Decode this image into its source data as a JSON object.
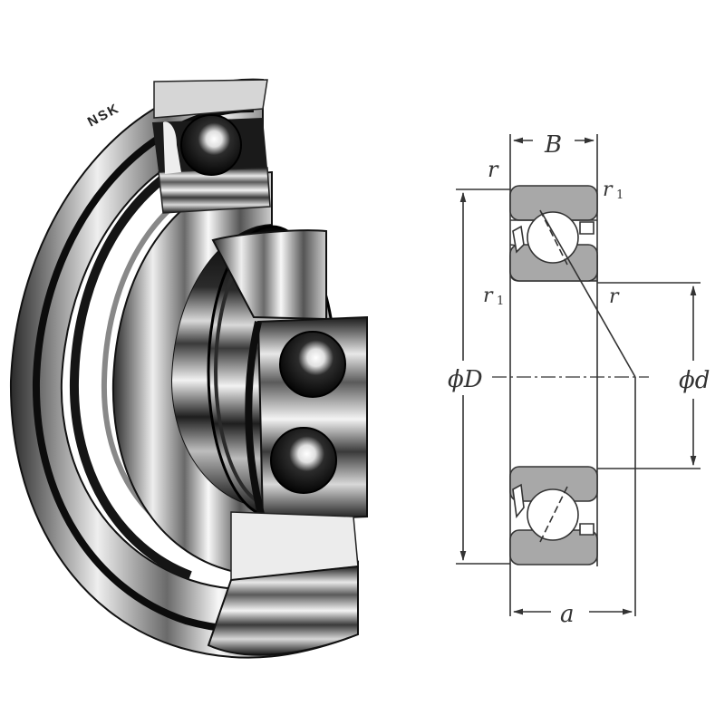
{
  "figure": {
    "description": "Angular contact ball bearing: cutaway product photo and cross-section dimension drawing",
    "photo": {
      "brand_marking": "NSK",
      "visible_balls": 3
    },
    "drawing": {
      "labels": {
        "width": "B",
        "corner_radius": "r",
        "corner_radius_small": "r",
        "subscript_one": "1",
        "outer_diameter": "ϕD",
        "bore_diameter": "ϕd",
        "load_center": "a"
      },
      "colors": {
        "ring_fill": "#a8a8a8",
        "line": "#333333",
        "background": "#ffffff"
      }
    }
  }
}
